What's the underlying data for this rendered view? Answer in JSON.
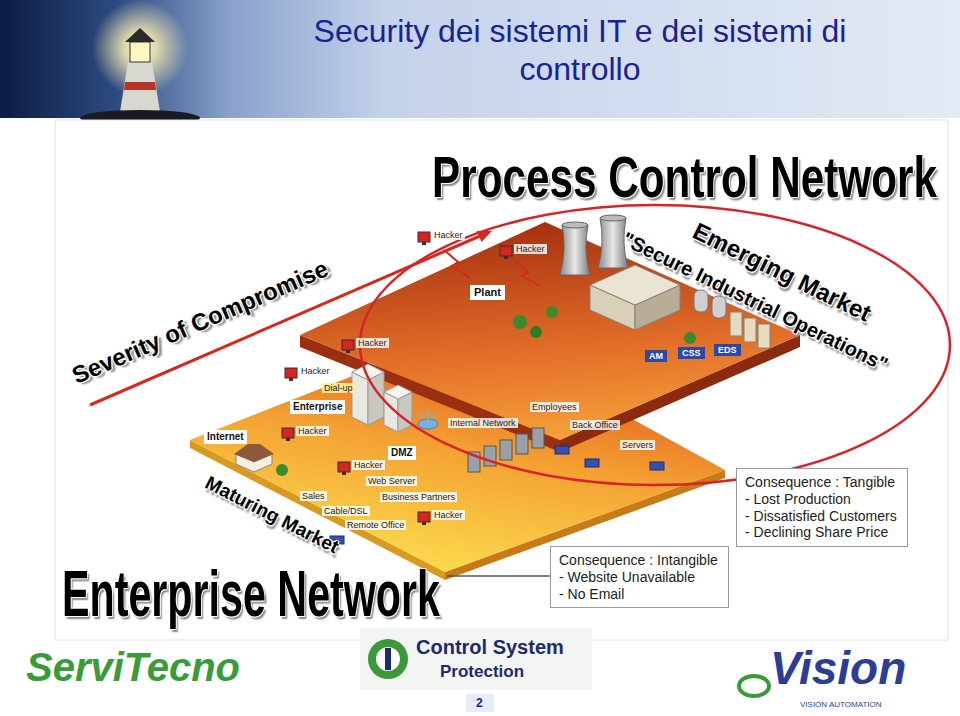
{
  "diagram": {
    "title": "Security dei sistemi IT e dei sistemi di controllo",
    "nodes": [
      {
        "text": [
          "Consequence : Tangible",
          "- Lost Production",
          "- Dissatisfied Customers",
          "- Declining Share Price"
        ]
      },
      {
        "text": [
          "Consequence : Intangible",
          "- Website Unavailable",
          "- No Email"
        ]
      }
    ],
    "labels": [
      "Process Control Network",
      "Severity of Compromise",
      "Emerging Market",
      "\"Secure Industrial Operations\"",
      "Hacker",
      "Hacker",
      "Hacker",
      "Hacker",
      "Hacker",
      "Hacker",
      "Hacker",
      "Plant",
      "AM",
      "CSS",
      "EDS",
      "Dial-up",
      "Enterprise",
      "Internet",
      "DMZ",
      "Internal Network",
      "Employees",
      "Back Office",
      "Servers",
      "Web Server",
      "Business Partners",
      "Sales",
      "Cable/DSL",
      "Remote Office",
      "Maturing Market",
      "Enterprise Network",
      "ServiTecno",
      "Control System",
      "Protection",
      "Vision",
      "VISION AUTOMATION",
      "2"
    ]
  }
}
